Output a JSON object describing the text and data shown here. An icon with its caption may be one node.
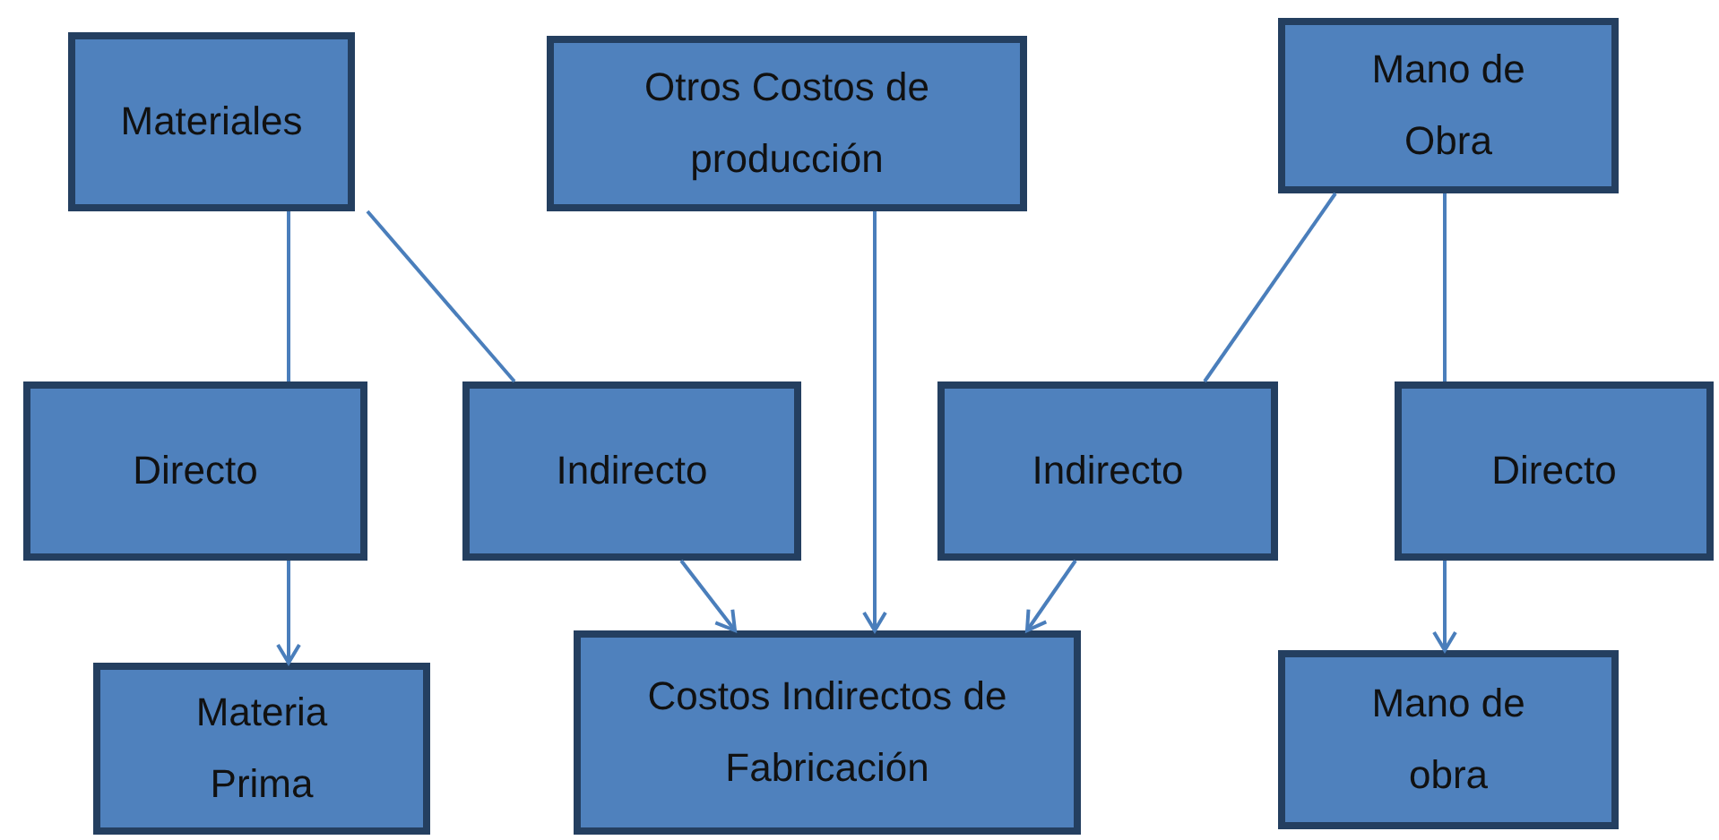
{
  "diagram": {
    "nodes": [
      {
        "text": [
          "Materiales"
        ]
      },
      {
        "text": [
          "Otros Costos de producción"
        ]
      },
      {
        "text": [
          "Mano de Obra"
        ]
      },
      {
        "text": [
          "Directo"
        ]
      },
      {
        "text": [
          "Indirecto"
        ]
      },
      {
        "text": [
          "Indirecto"
        ]
      },
      {
        "text": [
          "Directo"
        ]
      },
      {
        "text": [
          "Materia Prima"
        ]
      },
      {
        "text": [
          "Costos Indirectos de Fabricación"
        ]
      },
      {
        "text": [
          "Mano de obra"
        ]
      }
    ],
    "edges": [
      {
        "from": 0,
        "to": 3,
        "arrow": "none"
      },
      {
        "from": 0,
        "to": 4,
        "arrow": "none"
      },
      {
        "from": 3,
        "to": 7,
        "arrow": "to"
      },
      {
        "from": 4,
        "to": 8,
        "arrow": "to"
      },
      {
        "from": 1,
        "to": 8,
        "arrow": "to"
      },
      {
        "from": 5,
        "to": 8,
        "arrow": "to"
      },
      {
        "from": 2,
        "to": 5,
        "arrow": "none"
      },
      {
        "from": 2,
        "to": 6,
        "arrow": "none"
      },
      {
        "from": 6,
        "to": 9,
        "arrow": "to"
      }
    ]
  }
}
